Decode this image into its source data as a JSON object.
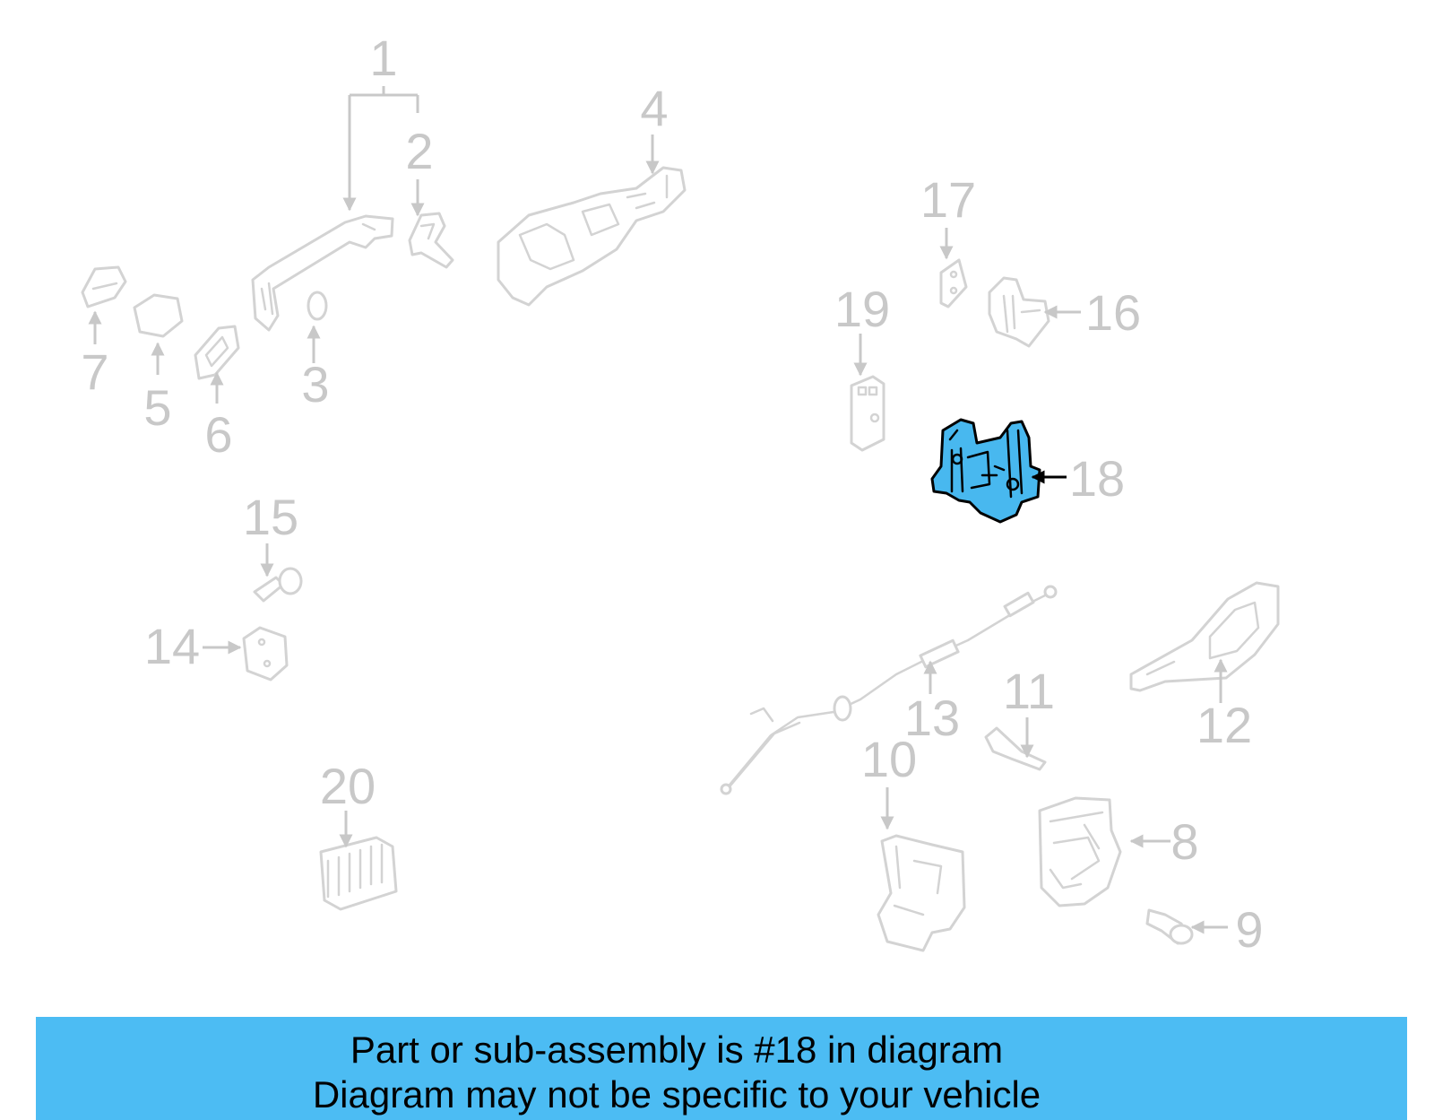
{
  "callouts": {
    "c1": "1",
    "c2": "2",
    "c3": "3",
    "c4": "4",
    "c5": "5",
    "c6": "6",
    "c7": "7",
    "c8": "8",
    "c9": "9",
    "c10": "10",
    "c11": "11",
    "c12": "12",
    "c13": "13",
    "c14": "14",
    "c15": "15",
    "c16": "16",
    "c17": "17",
    "c18": "18",
    "c19": "19",
    "c20": "20"
  },
  "highlighted_part": "18",
  "colors": {
    "highlight_fill": "#48b8ef",
    "banner_background": "#4cbcf3",
    "inactive_line": "#d3d3d3",
    "active_label": "#000000"
  },
  "banner": {
    "line1": "Part or sub-assembly is #18 in diagram",
    "line2": "Diagram may not be specific to your vehicle"
  }
}
